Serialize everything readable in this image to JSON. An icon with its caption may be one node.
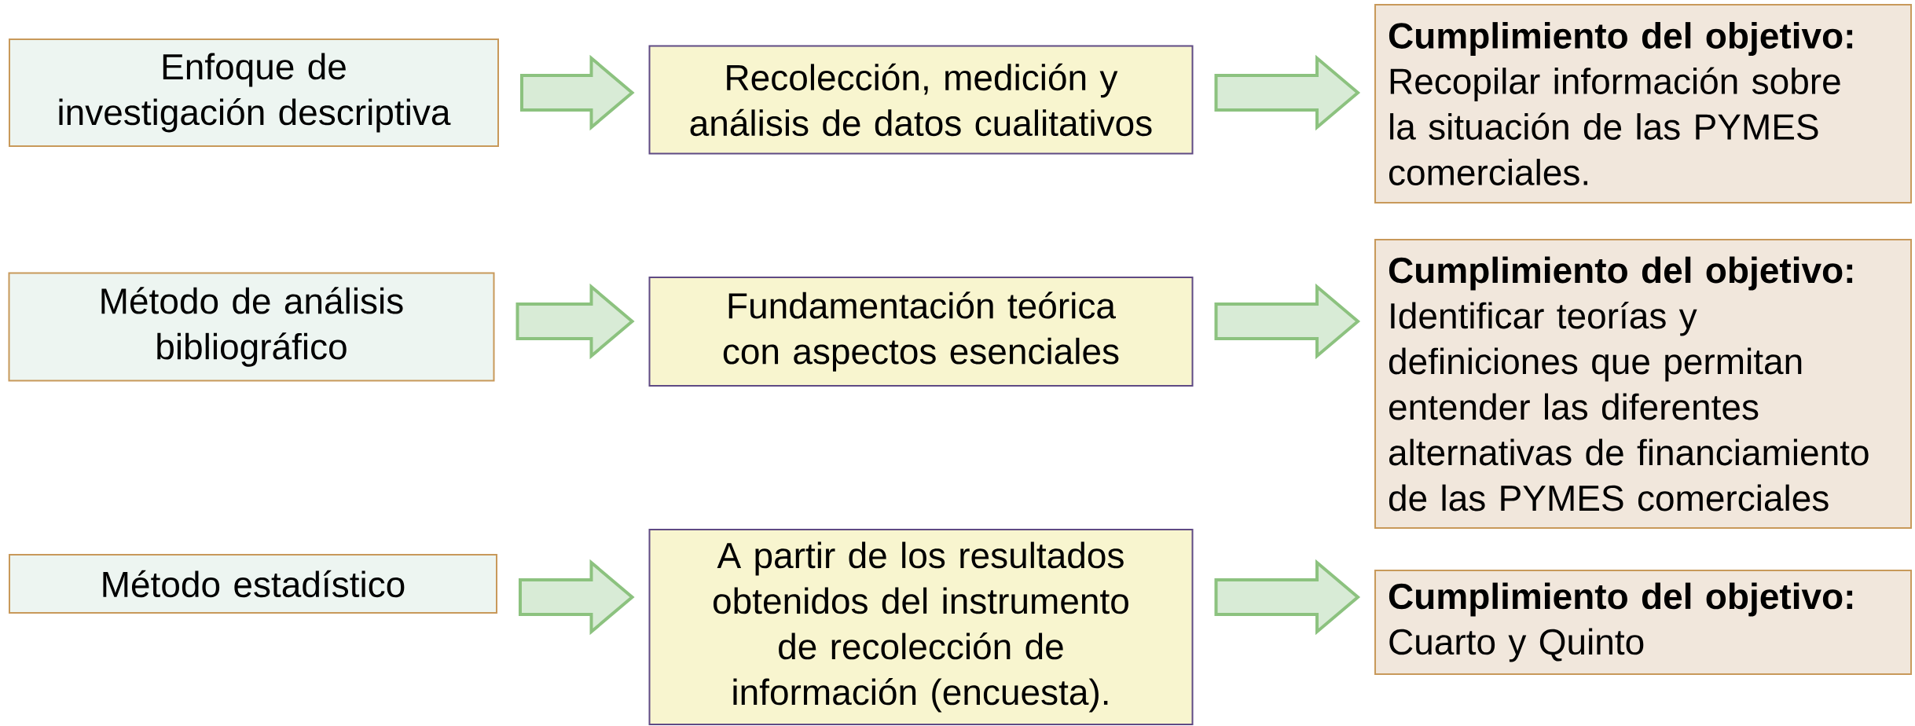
{
  "diagram": {
    "nodes": [
      {
        "text": [
          "Enfoque de investigación descriptiva"
        ]
      },
      {
        "text": [
          "Recolección, medición y análisis de datos cualitativos"
        ]
      },
      {
        "text": [
          "Cumplimiento del objetivo:",
          "Recopilar información sobre la situación de las PYMES comerciales."
        ]
      },
      {
        "text": [
          "Método de análisis bibliográfico"
        ]
      },
      {
        "text": [
          "Fundamentación teórica con aspectos esenciales"
        ]
      },
      {
        "text": [
          "Cumplimiento del objetivo:",
          "Identificar teorías y definiciones que permitan entender las diferentes alternativas de financiamiento de las PYMES comerciales"
        ]
      },
      {
        "text": [
          "Método estadístico"
        ]
      },
      {
        "text": [
          "A partir de los resultados obtenidos del instrumento de recolección de información (encuesta)."
        ]
      },
      {
        "text": [
          "Cumplimiento del objetivo:",
          "Cuarto y Quinto"
        ]
      }
    ],
    "edges": [
      {
        "from": 0,
        "to": 1,
        "arrow": "to"
      },
      {
        "from": 1,
        "to": 2,
        "arrow": "to"
      },
      {
        "from": 3,
        "to": 4,
        "arrow": "to"
      },
      {
        "from": 4,
        "to": 5,
        "arrow": "to"
      },
      {
        "from": 6,
        "to": 7,
        "arrow": "to"
      },
      {
        "from": 7,
        "to": 8,
        "arrow": "to"
      }
    ]
  }
}
